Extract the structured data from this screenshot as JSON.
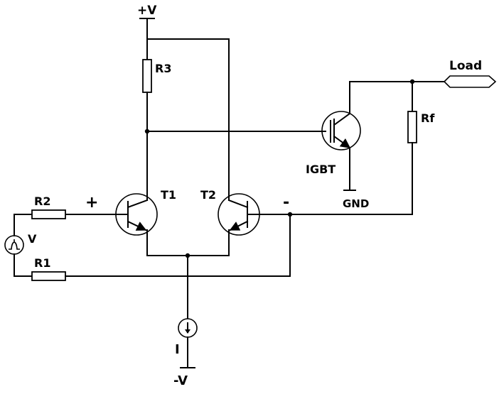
{
  "labels": {
    "pos_supply": "+V",
    "neg_supply": "-V",
    "r3": "R3",
    "r2": "R2",
    "r1": "R1",
    "rf": "Rf",
    "t1": "T1",
    "t2": "T2",
    "igbt": "IGBT",
    "gnd": "GND",
    "load": "Load",
    "v_source": "V",
    "i_source": "I",
    "plus_input": "+",
    "minus_input": "-"
  },
  "icons": [
    "voltage-source-icon",
    "current-source-icon",
    "npn-transistor-icon",
    "igbt-icon",
    "resistor-icon",
    "ground-icon",
    "load-terminal-icon"
  ]
}
